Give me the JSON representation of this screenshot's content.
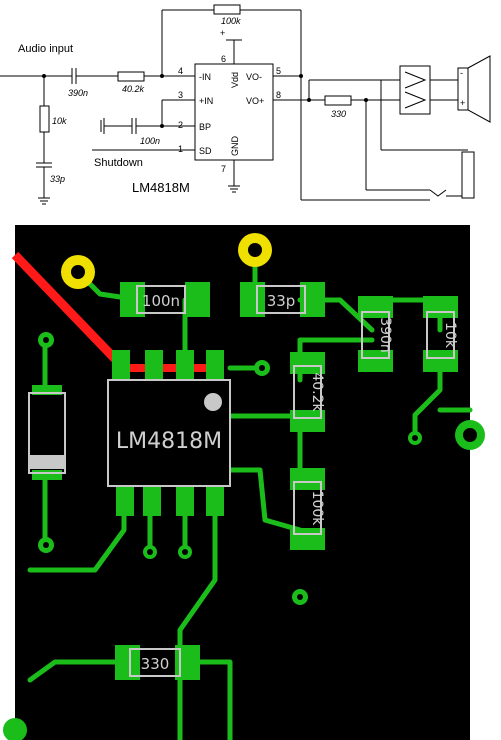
{
  "schematic": {
    "audio_input_label": "Audio input",
    "shutdown_label": "Shutdown",
    "chip_name": "LM4818M",
    "components": {
      "feedback_resistor": "100k",
      "input_cap": "390n",
      "input_resistor": "40.2k",
      "filter_resistor": "10k",
      "filter_cap": "33p",
      "bypass_cap": "100n",
      "output_resistor": "330"
    },
    "pins": {
      "neg_in": "-IN",
      "pos_in": "+IN",
      "bp": "BP",
      "sd": "SD",
      "vdd": "Vdd",
      "gnd": "GND",
      "vo_neg": "VO-",
      "vo_pos": "VO+"
    },
    "pin_numbers": {
      "p1": "1",
      "p2": "2",
      "p3": "3",
      "p4": "4",
      "p5": "5",
      "p6": "6",
      "p7": "7",
      "p8": "8"
    },
    "vdd_symbol": "+",
    "speaker_minus": "-",
    "speaker_plus": "+"
  },
  "pcb": {
    "chip_label": "LM4818M",
    "labels": {
      "c_bypass": "100n",
      "c_filter": "33p",
      "c_input": "390n",
      "r_filter": "10k",
      "r_input": "40.2k",
      "r_feedback": "100k",
      "r_output": "330"
    },
    "colors": {
      "board": "#000000",
      "copper": "#1bbd1b",
      "jumper": "#ff1a1a",
      "silkscreen": "#c8c8c8",
      "via_pad": "#f0e000"
    }
  }
}
